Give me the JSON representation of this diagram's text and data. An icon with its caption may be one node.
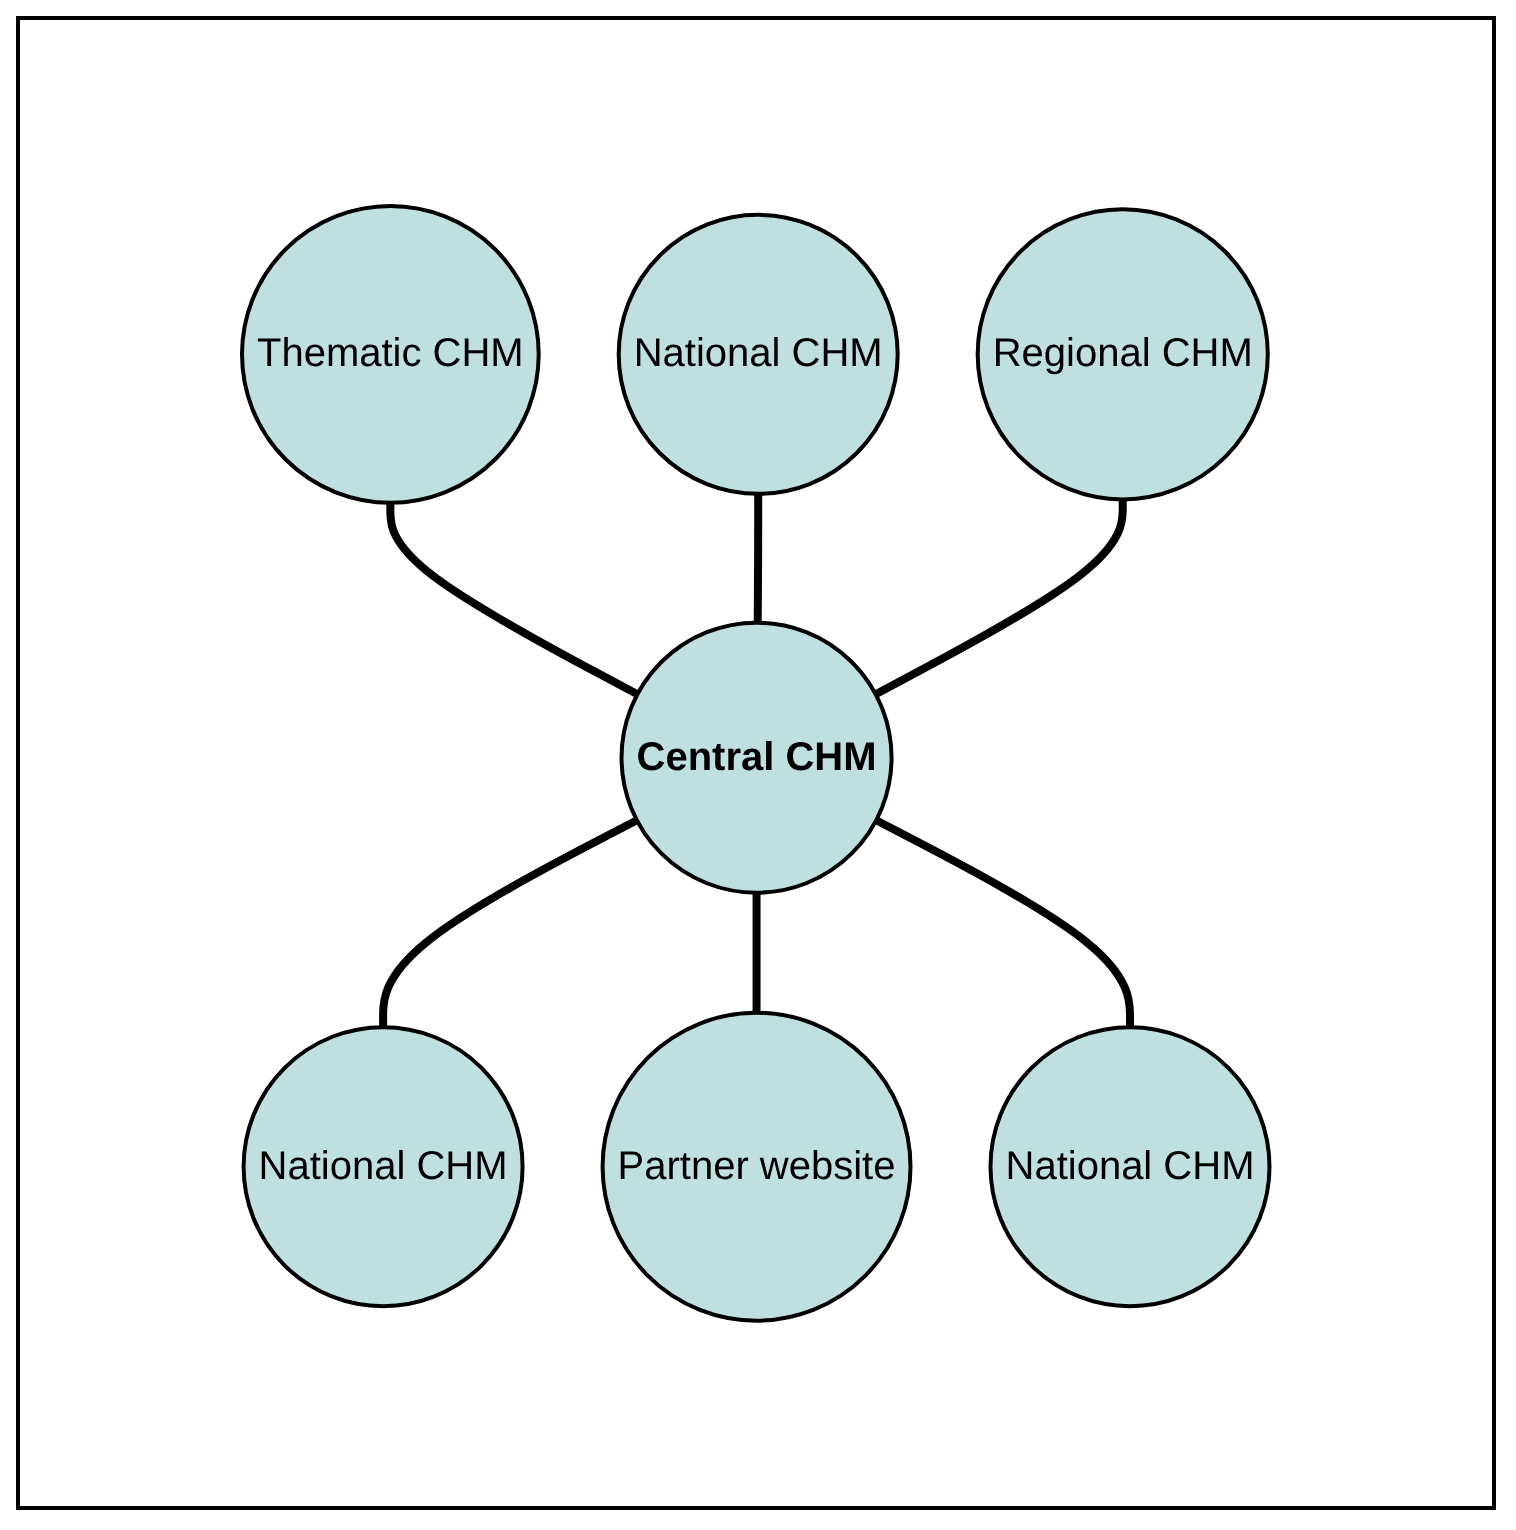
{
  "diagram": {
    "nodes": [
      {
        "text": [
          "National CHM"
        ]
      },
      {
        "text": [
          "Thematic CHM"
        ]
      },
      {
        "text": [
          "Regional CHM"
        ]
      },
      {
        "text": [
          "Central CHM"
        ]
      },
      {
        "text": [
          "National CHM"
        ]
      },
      {
        "text": [
          "National CHM"
        ]
      },
      {
        "text": [
          "Partner website"
        ]
      }
    ],
    "edges": [
      {
        "from": 1,
        "to": 3,
        "arrow": "none"
      },
      {
        "from": 0,
        "to": 3,
        "arrow": "none"
      },
      {
        "from": 2,
        "to": 3,
        "arrow": "none"
      },
      {
        "from": 3,
        "to": 4,
        "arrow": "none"
      },
      {
        "from": 3,
        "to": 6,
        "arrow": "none"
      },
      {
        "from": 3,
        "to": 5,
        "arrow": "none"
      }
    ]
  }
}
